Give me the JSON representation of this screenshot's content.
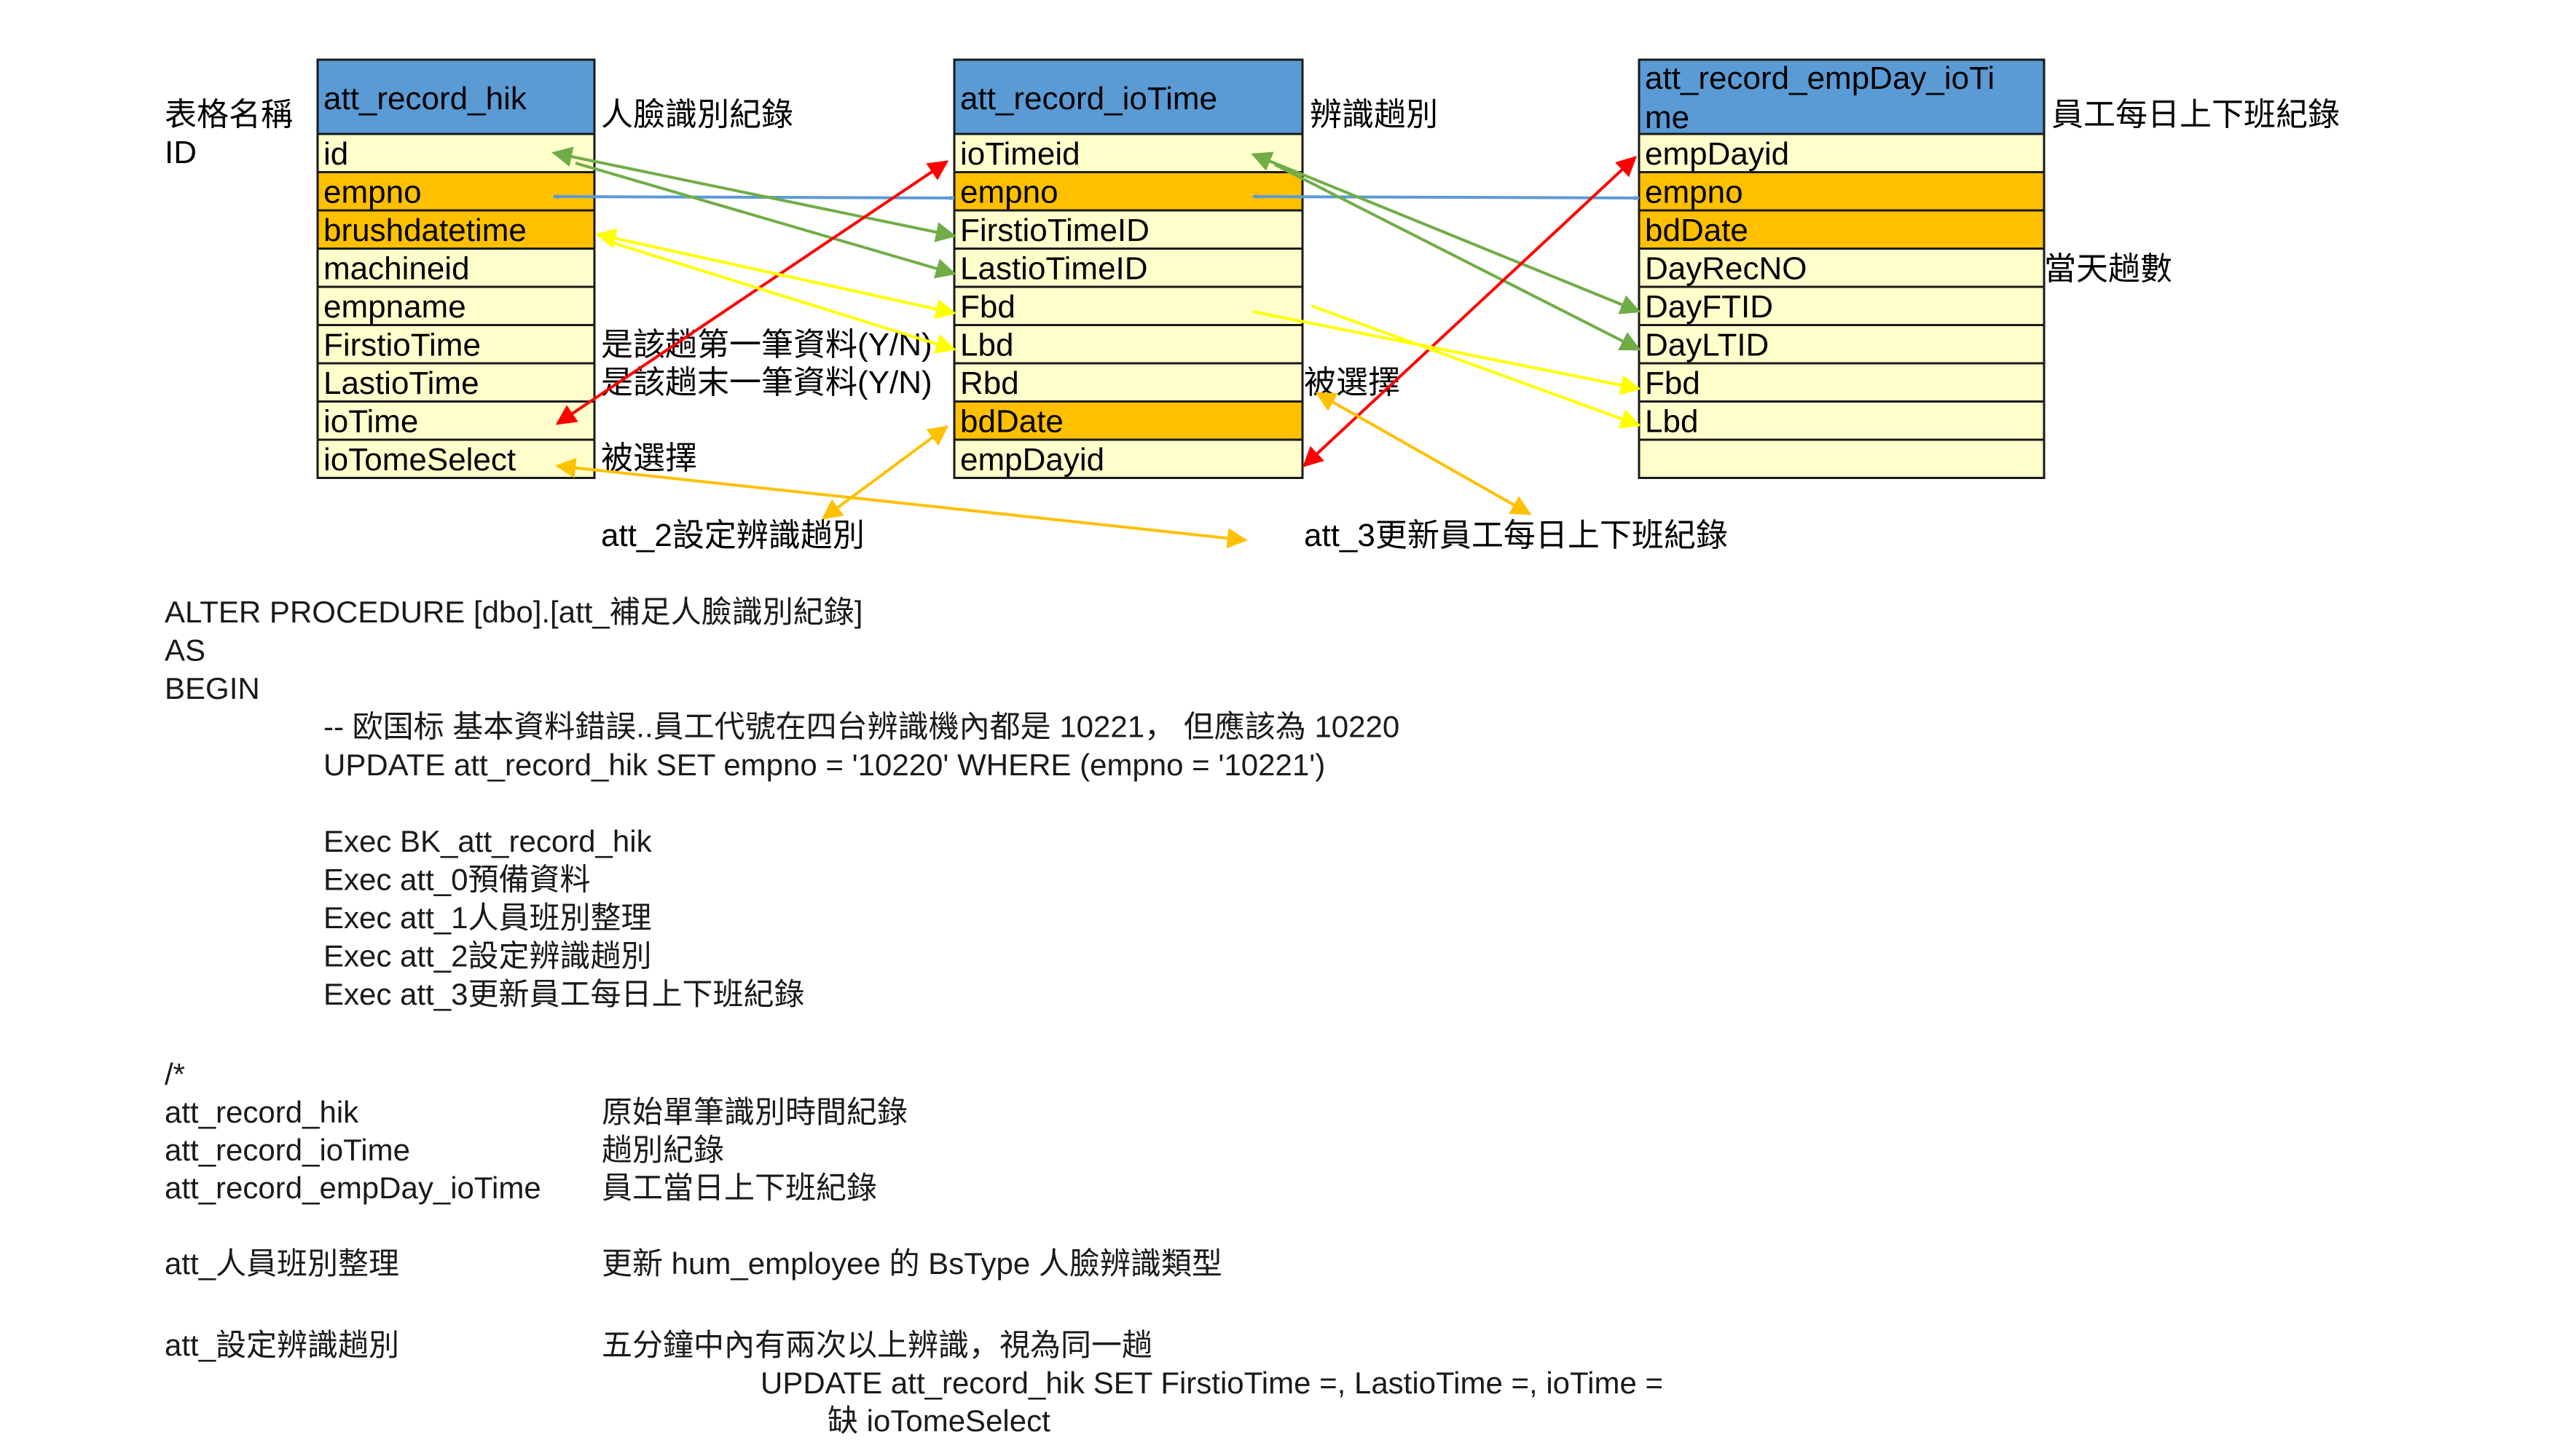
{
  "side_labels": {
    "table_name": "表格名稱",
    "id": "ID"
  },
  "tables": [
    {
      "name_lines": [
        "att_record_hik"
      ],
      "annotation": "人臉識別紀錄",
      "fields": [
        {
          "name": "id",
          "highlight": false
        },
        {
          "name": "empno",
          "highlight": true
        },
        {
          "name": "brushdatetime",
          "highlight": true
        },
        {
          "name": "machineid",
          "highlight": false
        },
        {
          "name": "empname",
          "highlight": false
        },
        {
          "name": "FirstioTime",
          "highlight": false
        },
        {
          "name": "LastioTime",
          "highlight": false
        },
        {
          "name": "ioTime",
          "highlight": false
        },
        {
          "name": "ioTomeSelect",
          "highlight": false
        }
      ]
    },
    {
      "name_lines": [
        "att_record_ioTime"
      ],
      "annotation": "辨識趟別",
      "fields": [
        {
          "name": "ioTimeid",
          "highlight": false
        },
        {
          "name": "empno",
          "highlight": true
        },
        {
          "name": "FirstioTimeID",
          "highlight": false
        },
        {
          "name": "LastioTimeID",
          "highlight": false
        },
        {
          "name": "Fbd",
          "highlight": false
        },
        {
          "name": "Lbd",
          "highlight": false
        },
        {
          "name": "Rbd",
          "highlight": false
        },
        {
          "name": "bdDate",
          "highlight": true
        },
        {
          "name": "empDayid",
          "highlight": false
        }
      ]
    },
    {
      "name_lines": [
        "att_record_empDay_ioTi",
        "me"
      ],
      "annotation": "員工每日上下班紀錄",
      "fields": [
        {
          "name": "empDayid",
          "highlight": false
        },
        {
          "name": "empno",
          "highlight": true
        },
        {
          "name": "bdDate",
          "highlight": true
        },
        {
          "name": "DayRecNO",
          "highlight": false
        },
        {
          "name": "DayFTID",
          "highlight": false
        },
        {
          "name": "DayLTID",
          "highlight": false
        },
        {
          "name": "Fbd",
          "highlight": false
        },
        {
          "name": "Lbd",
          "highlight": false
        },
        {
          "name": "",
          "highlight": false
        }
      ]
    }
  ],
  "annotations": {
    "first_record": "是該趟第一筆資料(Y/N)",
    "last_record": "是該趟末一筆資料(Y/N)",
    "selected_hik": "被選擇",
    "selected_iotime": "被選擇",
    "day_count": "當天趟數",
    "proc_att2": "att_2設定辨識趟別",
    "proc_att3": "att_3更新員工每日上下班紀錄"
  },
  "code_lines": [
    {
      "text": "ALTER PROCEDURE [dbo].[att_補足人臉識別紀錄]",
      "indent": 0
    },
    {
      "text": "AS",
      "indent": 0
    },
    {
      "text": "BEGIN",
      "indent": 0
    },
    {
      "text": "-- 欧国标 基本資料錯誤..員工代號在四台辨識機內都是 10221， 但應該為 10220",
      "indent": 1
    },
    {
      "text": "UPDATE att_record_hik SET empno = '10220' WHERE (empno = '10221')",
      "indent": 1
    },
    {
      "text": "",
      "indent": 1
    },
    {
      "text": "Exec BK_att_record_hik",
      "indent": 1
    },
    {
      "text": "Exec att_0預備資料",
      "indent": 1
    },
    {
      "text": "Exec att_1人員班別整理",
      "indent": 1
    },
    {
      "text": "Exec att_2設定辨識趟別",
      "indent": 1
    },
    {
      "text": "Exec att_3更新員工每日上下班紀錄",
      "indent": 1
    }
  ],
  "notes": {
    "comment_open": "/*",
    "rows": [
      {
        "key": "att_record_hik",
        "value": "原始單筆識別時間紀錄"
      },
      {
        "key": "att_record_ioTime",
        "value": "趟別紀錄"
      },
      {
        "key": "att_record_empDay_ioTime",
        "value": "員工當日上下班紀錄"
      },
      {
        "key": "att_人員班別整理",
        "value": "更新  hum_employee 的 BsType 人臉辨識類型"
      },
      {
        "key": "att_設定辨識趟別",
        "value": "五分鐘中內有兩次以上辨識，視為同一趟"
      }
    ],
    "update_line": "UPDATE att_record_hik SET FirstioTime =, LastioTime =, ioTime =",
    "missing_line": "缺 ioTomeSelect"
  },
  "colors": {
    "header_fill": "#5b9bd5",
    "field_fill": "#ffffcc",
    "highlight_fill": "#ffc000",
    "border": "#1a1a1a",
    "arrow_blue": "#5b9bd5",
    "arrow_green": "#70ad47",
    "arrow_red": "#ff0000",
    "arrow_yellow": "#ffff00",
    "arrow_orange": "#ffc000"
  }
}
